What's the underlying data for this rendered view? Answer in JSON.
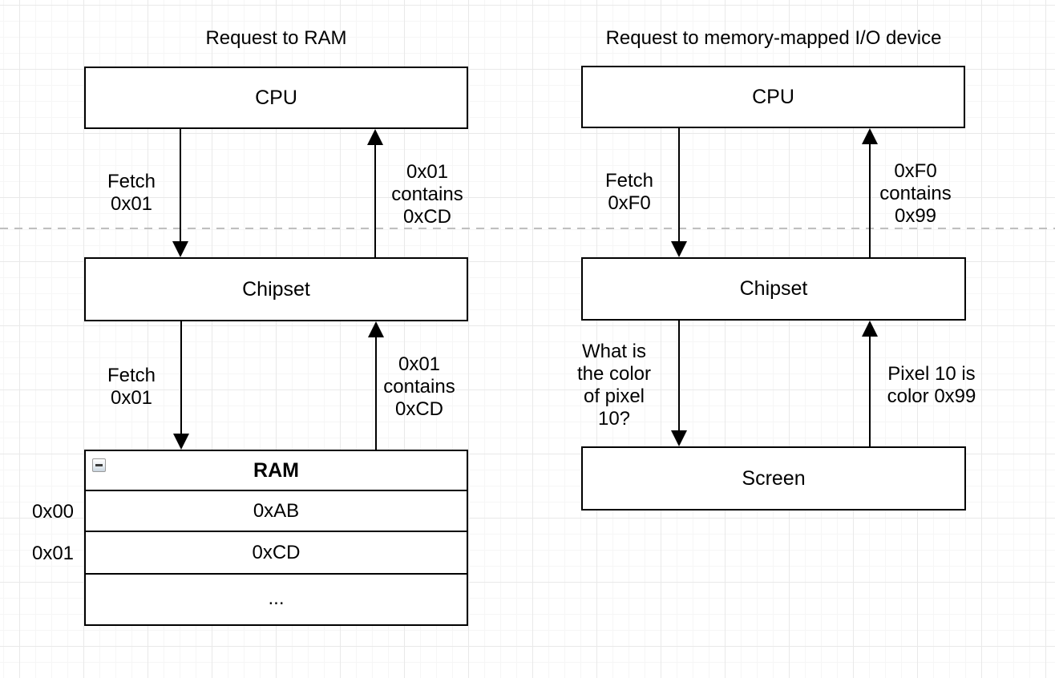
{
  "colors": {
    "stroke": "#000000",
    "shape_fill": "#ffffff",
    "dashed_line": "#bfbfbf",
    "grid_minor": "#f6f6f6",
    "grid_major": "#e9e9e9"
  },
  "left_flow": {
    "title": "Request to RAM",
    "cpu_label": "CPU",
    "chipset_label": "Chipset",
    "arrow_labels": {
      "cpu_to_chipset": "Fetch\n0x01",
      "chipset_to_cpu": "0x01\ncontains\n0xCD",
      "chipset_to_ram": "Fetch\n0x01",
      "ram_to_chipset": "0x01\ncontains\n0xCD"
    },
    "ram_table": {
      "header": "RAM",
      "collapse_icon": "collapse-minus-icon",
      "rows": [
        {
          "address": "0x00",
          "value": "0xAB"
        },
        {
          "address": "0x01",
          "value": "0xCD"
        },
        {
          "address": "",
          "value": "..."
        }
      ]
    }
  },
  "right_flow": {
    "title": "Request to memory-mapped I/O device",
    "cpu_label": "CPU",
    "chipset_label": "Chipset",
    "screen_label": "Screen",
    "arrow_labels": {
      "cpu_to_chipset": "Fetch\n0xF0",
      "chipset_to_cpu": "0xF0\ncontains\n0x99",
      "chipset_to_screen": "What is\nthe color\nof pixel\n10?",
      "screen_to_chipset": "Pixel 10 is\ncolor 0x99"
    }
  }
}
